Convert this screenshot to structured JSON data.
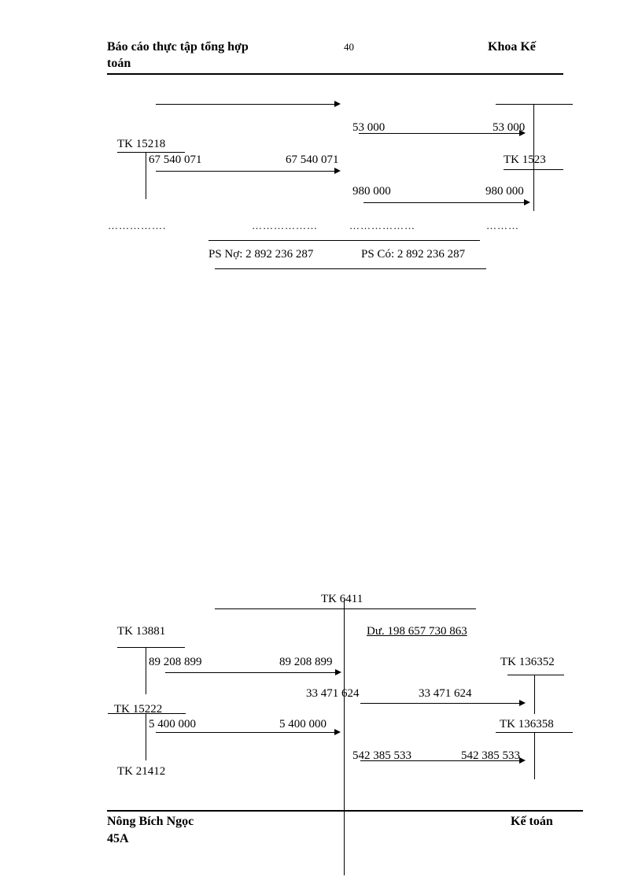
{
  "header": {
    "left_line1": "Báo cáo thực tập tổng hợp",
    "left_line2": "toán",
    "page_number": "40",
    "right": "Khoa Kế"
  },
  "diagram1": {
    "val_53000_left": "53 000",
    "val_53000_right": "53 000",
    "acct_15218": "TK 15218",
    "val_67540071_left": "67 540 071",
    "val_67540071_right": "67 540 071",
    "acct_1523": "TK 1523",
    "val_980000_left": "980 000",
    "val_980000_right": "980 000",
    "dots1": "…………….",
    "dots2": "………………",
    "dots3": "………………",
    "dots4": "………",
    "ps_no": "PS Nợ: 2 892 236 287",
    "ps_co": "PS Có: 2 892 236 287"
  },
  "diagram2": {
    "acct_6411": "TK 6411",
    "acct_13881": "TK 13881",
    "balance": "Dư. 198 657 730 863",
    "val_89208899_left": "89 208 899",
    "val_89208899_right": "89 208 899",
    "acct_136352": "TK 136352",
    "val_33471624_left": "33 471 624",
    "val_33471624_right": "33 471 624",
    "acct_15222": "TK 15222",
    "val_5400000_left": "5 400 000",
    "val_5400000_right": "5 400 000",
    "acct_136358": "TK 136358",
    "val_542385533_left": "542 385 533",
    "val_542385533_right": "542 385 533",
    "acct_21412": "TK 21412"
  },
  "footer": {
    "left_line1": "Nông Bích Ngọc",
    "left_line2": "45A",
    "right": "Kế toán"
  }
}
